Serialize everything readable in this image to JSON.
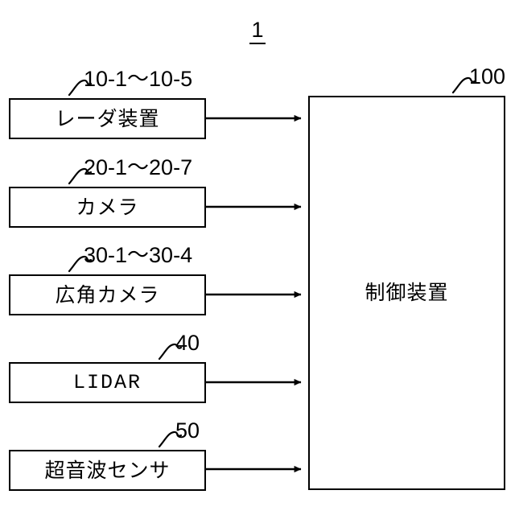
{
  "figure": {
    "number": "1",
    "background_color": "#ffffff",
    "line_color": "#000000"
  },
  "controller": {
    "label": "制御装置",
    "ref": "100"
  },
  "sensors": [
    {
      "label": "レーダ装置",
      "ref": "10-1〜10-5",
      "ref_align": "left",
      "mono": false
    },
    {
      "label": "カメラ",
      "ref": "20-1〜20-7",
      "ref_align": "left",
      "mono": false
    },
    {
      "label": "広角カメラ",
      "ref": "30-1〜30-4",
      "ref_align": "left",
      "mono": false
    },
    {
      "label": "LIDAR",
      "ref": "40",
      "ref_align": "right",
      "mono": true
    },
    {
      "label": "超音波センサ",
      "ref": "50",
      "ref_align": "right",
      "mono": false
    }
  ],
  "connections": [
    {
      "from": "レーダ装置",
      "to": "制御装置",
      "kind": "arrow"
    },
    {
      "from": "カメラ",
      "to": "制御装置",
      "kind": "arrow"
    },
    {
      "from": "広角カメラ",
      "to": "制御装置",
      "kind": "arrow"
    },
    {
      "from": "LIDAR",
      "to": "制御装置",
      "kind": "arrow"
    },
    {
      "from": "超音波センサ",
      "to": "制御装置",
      "kind": "arrow"
    }
  ]
}
